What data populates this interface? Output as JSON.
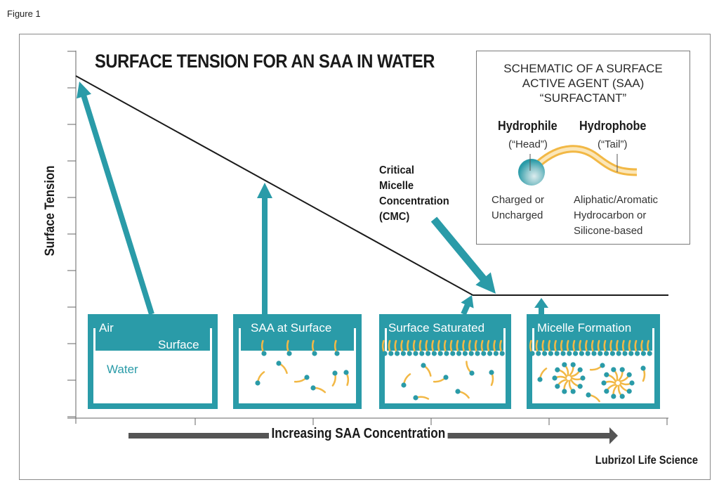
{
  "figure_label": "Figure 1",
  "title": "SURFACE TENSION FOR AN SAA IN WATER",
  "y_axis_label": "Surface Tension",
  "x_axis_label": "Increasing SAA Concentration",
  "cmc_label": [
    "Critical",
    "Micelle",
    "Concentration",
    "(CMC)"
  ],
  "credit": "Lubrizol Life Science",
  "schematic": {
    "title_lines": [
      "SCHEMATIC OF A SURFACE",
      "ACTIVE AGENT (SAA)",
      "“SURFACTANT”"
    ],
    "head": {
      "label": "Hydrophile",
      "sub": "(“Head”)",
      "desc": [
        "Charged or",
        "Uncharged"
      ]
    },
    "tail": {
      "label": "Hydrophobe",
      "sub": "(“Tail”)",
      "desc": [
        "Aliphatic/Aromatic",
        "Hydrocarbon or",
        "Silicone-based"
      ]
    }
  },
  "stages": [
    {
      "label": "Air",
      "label2": "Surface",
      "water": "Water"
    },
    {
      "label": "SAA at Surface"
    },
    {
      "label": "Surface Saturated"
    },
    {
      "label": "Micelle Formation"
    }
  ],
  "colors": {
    "teal": "#2a9ba8",
    "tail": "#f2b845",
    "line": "#1a1a1a",
    "arrow": "#555555"
  },
  "chart_data": {
    "type": "line",
    "title": "SURFACE TENSION FOR AN SAA IN WATER",
    "xlabel": "Increasing SAA Concentration",
    "ylabel": "Surface Tension",
    "series": [
      {
        "name": "Surface tension",
        "x": [
          0,
          0.67,
          1.0
        ],
        "y": [
          1.0,
          0.0,
          0.0
        ]
      }
    ],
    "annotations": [
      "Critical Micelle Concentration (CMC)"
    ]
  }
}
